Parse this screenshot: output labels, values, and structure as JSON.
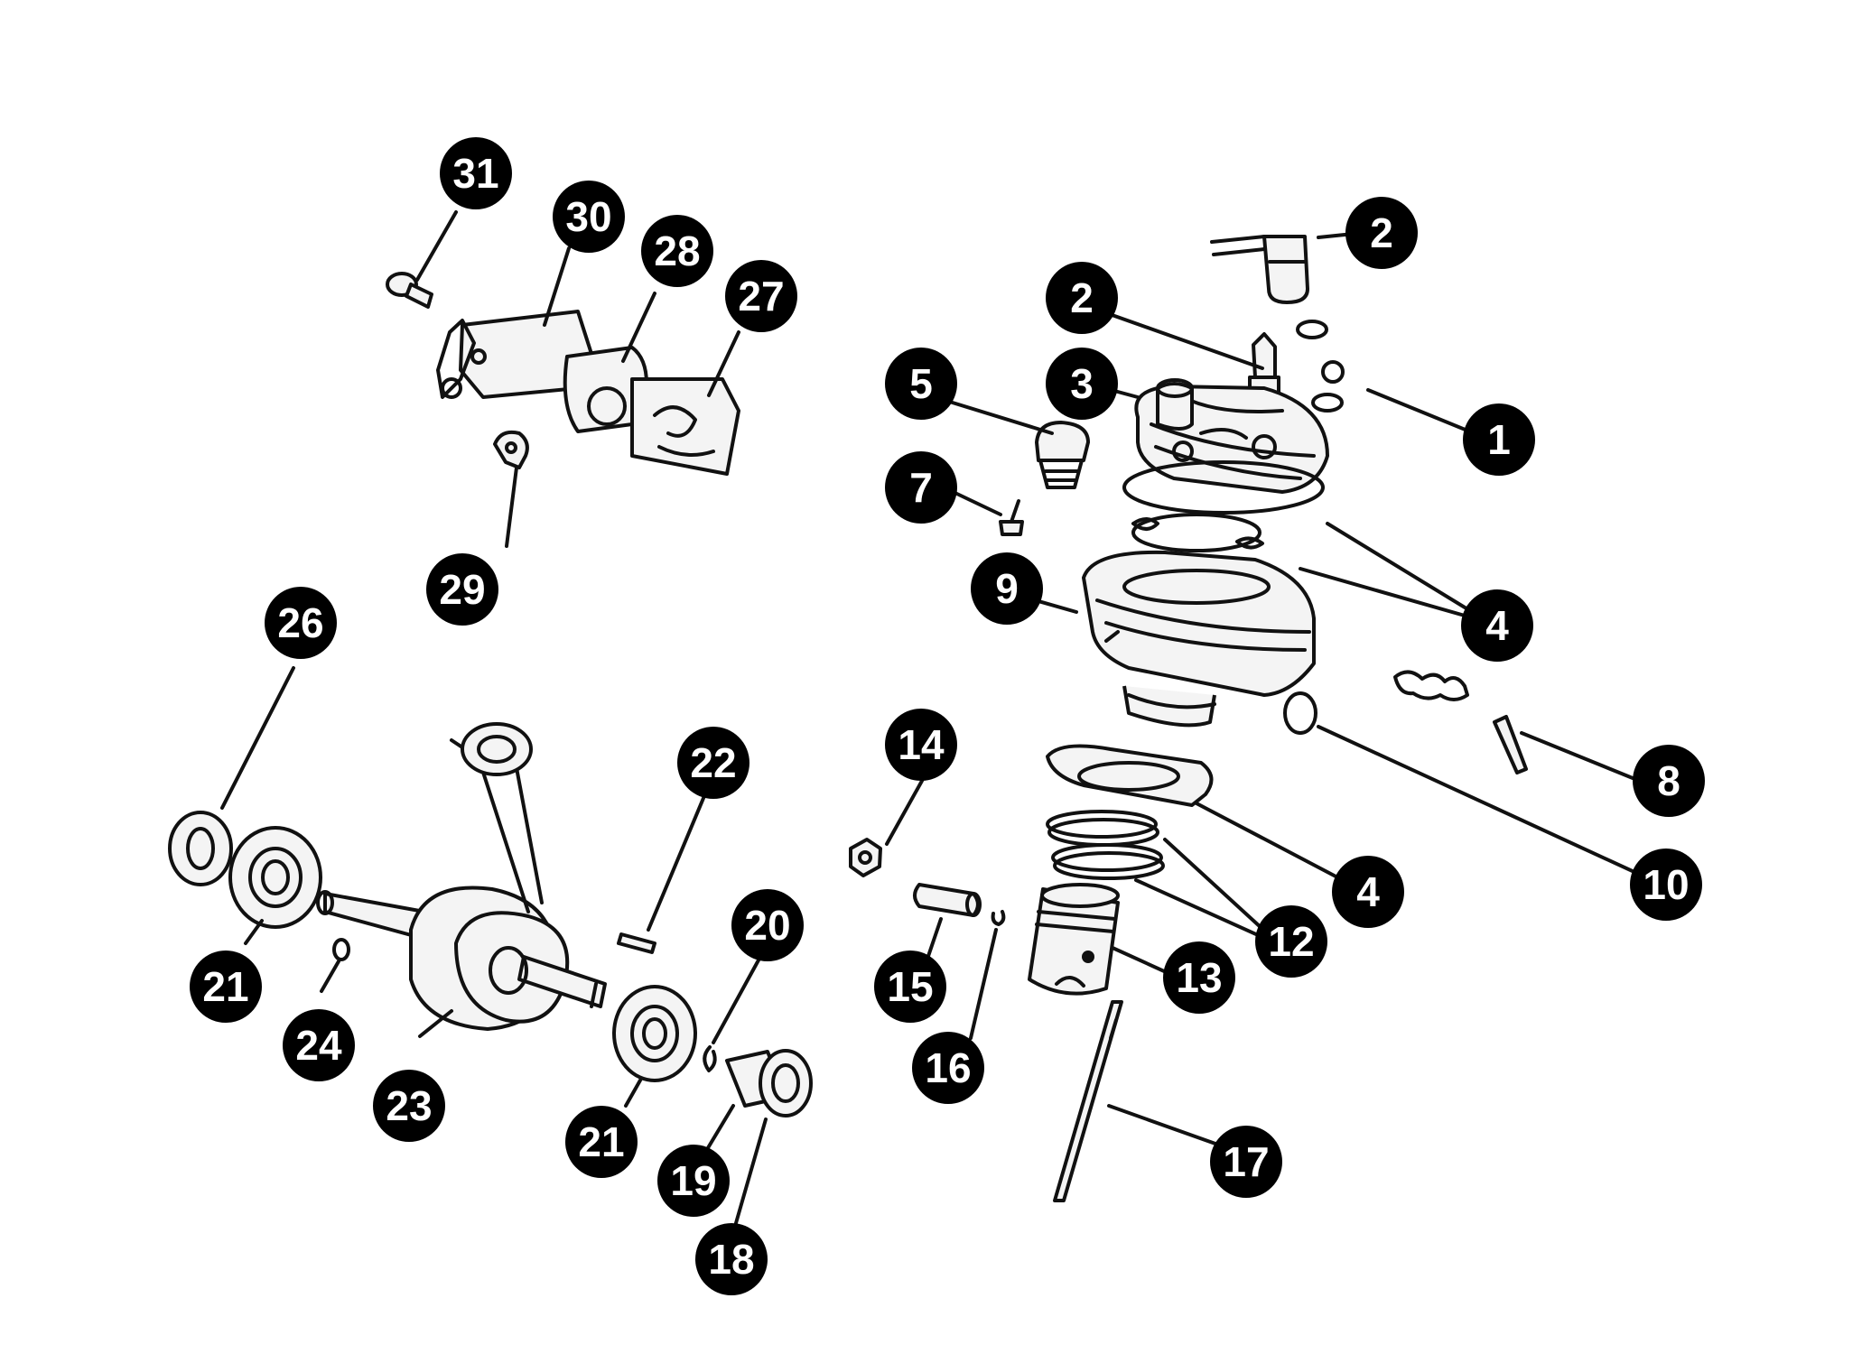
{
  "callouts": [
    {
      "label": "1"
    },
    {
      "label": "2"
    },
    {
      "label": "2"
    },
    {
      "label": "3"
    },
    {
      "label": "4"
    },
    {
      "label": "4"
    },
    {
      "label": "5"
    },
    {
      "label": "7"
    },
    {
      "label": "8"
    },
    {
      "label": "9"
    },
    {
      "label": "10"
    },
    {
      "label": "12"
    },
    {
      "label": "13"
    },
    {
      "label": "14"
    },
    {
      "label": "15"
    },
    {
      "label": "16"
    },
    {
      "label": "17"
    },
    {
      "label": "18"
    },
    {
      "label": "19"
    },
    {
      "label": "20"
    },
    {
      "label": "21"
    },
    {
      "label": "21"
    },
    {
      "label": "22"
    },
    {
      "label": "23"
    },
    {
      "label": "24"
    },
    {
      "label": "26"
    },
    {
      "label": "27"
    },
    {
      "label": "28"
    },
    {
      "label": "29"
    },
    {
      "label": "30"
    },
    {
      "label": "31"
    }
  ]
}
